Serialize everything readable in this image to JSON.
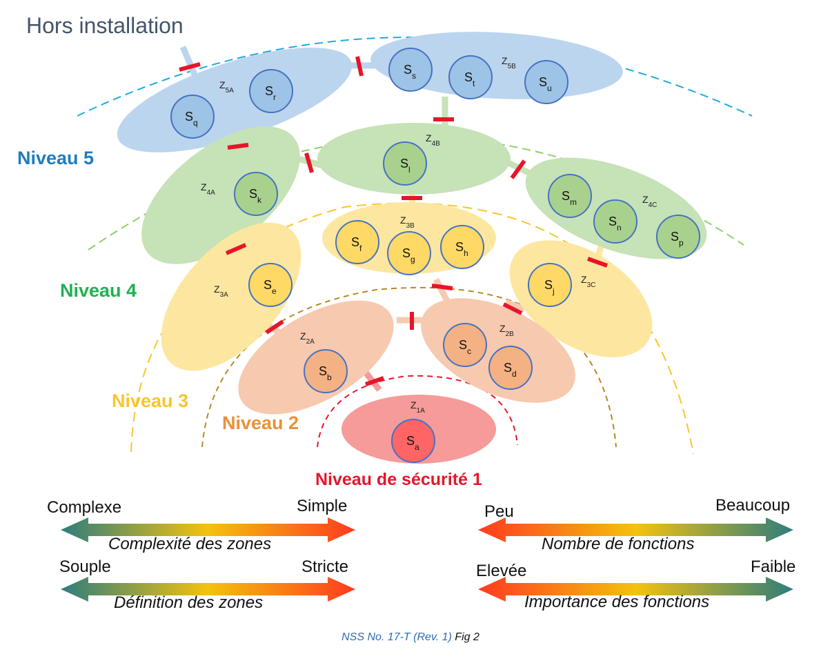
{
  "title": "Hors installation",
  "levels": {
    "l5": "Niveau 5",
    "l4": "Niveau 4",
    "l3": "Niveau 3",
    "l2": "Niveau 2",
    "l1": "Niveau de sécurité 1"
  },
  "zones": {
    "z1a": "1A",
    "z2a": "2A",
    "z2b": "2B",
    "z3a": "3A",
    "z3b": "3B",
    "z3c": "3C",
    "z4a": "4A",
    "z4b": "4B",
    "z4c": "4C",
    "z5a": "5A",
    "z5b": "5B",
    "zone_prefix": "Z"
  },
  "systems": {
    "prefix": "S",
    "a": "a",
    "b": "b",
    "c": "c",
    "d": "d",
    "e": "e",
    "f": "f",
    "g": "g",
    "h": "h",
    "j": "j",
    "k": "k",
    "l": "l",
    "m": "m",
    "n": "n",
    "p": "p",
    "q": "q",
    "r": "r",
    "s": "s",
    "t": "t",
    "u": "u"
  },
  "scales": {
    "complexity": {
      "left": "Complexe",
      "right": "Simple",
      "caption": "Complexité des zones"
    },
    "definition": {
      "left": "Souple",
      "right": "Stricte",
      "caption": "Définition des zones"
    },
    "functions_count": {
      "left": "Peu",
      "right": "Beaucoup",
      "caption": "Nombre de fonctions"
    },
    "functions_importance": {
      "left": "Elevée",
      "right": "Faible",
      "caption": "Importance des fonctions"
    }
  },
  "footer": {
    "doc": "NSS No. 17-T (Rev. 1)",
    "fig": " Fig 2"
  },
  "colors": {
    "level5": "#1f7dc1",
    "level4": "#1db250",
    "level3": "#f7c62f",
    "level2": "#e8913a",
    "level1": "#e8152a",
    "zone5": "#bcd5ee",
    "zone4": "#c6e2b7",
    "zone3": "#fde7a0",
    "zone2": "#f7c9ae",
    "zone1": "#f79a9a",
    "barrier": "#e8152a"
  }
}
